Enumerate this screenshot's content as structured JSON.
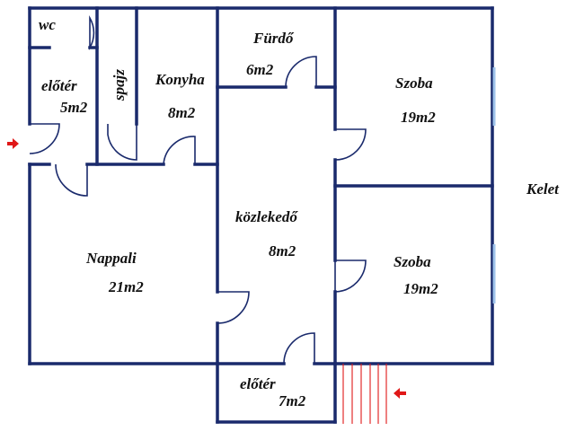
{
  "colors": {
    "wall": "#1a2a6c",
    "door": "#1a2a6c",
    "window": "#9ec3ea",
    "stairs": "#e01818",
    "entry_arrow": "#e01818",
    "text": "#111111"
  },
  "rooms": {
    "wc": {
      "name": "wc"
    },
    "eloter_1": {
      "name": "előtér",
      "area": "5m2"
    },
    "spajz": {
      "name": "spajz"
    },
    "konyha": {
      "name": "Konyha",
      "area": "8m2"
    },
    "furdo": {
      "name": "Fürdő",
      "area": "6m2"
    },
    "szoba_1": {
      "name": "Szoba",
      "area": "19m2"
    },
    "nappali": {
      "name": "Nappali",
      "area": "21m2"
    },
    "kozlekedo": {
      "name": "közlekedő",
      "area": "8m2"
    },
    "szoba_2": {
      "name": "Szoba",
      "area": "19m2"
    },
    "eloter_2": {
      "name": "előtér",
      "area": "7m2"
    }
  },
  "compass": {
    "label": "Kelet"
  },
  "icons": {
    "entry_west": "entry-arrow-icon",
    "entry_south": "entry-arrow-icon"
  }
}
